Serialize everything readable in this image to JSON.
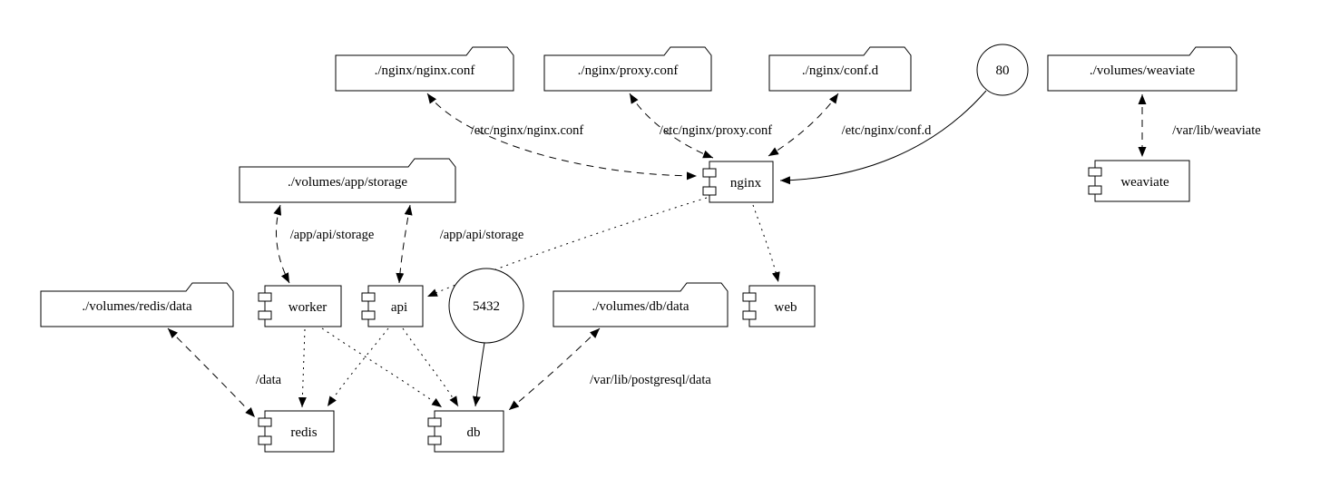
{
  "diagram": {
    "type": "docker-compose-graph",
    "colors": {
      "stroke": "#000000",
      "fill": "#ffffff",
      "text": "#000000"
    },
    "nodes": {
      "nginx_conf_file": {
        "label": "./nginx/nginx.conf",
        "shape": "folder"
      },
      "proxy_conf_file": {
        "label": "./nginx/proxy.conf",
        "shape": "folder"
      },
      "conf_d_dir": {
        "label": "./nginx/conf.d",
        "shape": "folder"
      },
      "port_80": {
        "label": "80",
        "shape": "circle"
      },
      "weaviate_volume": {
        "label": "./volumes/weaviate",
        "shape": "folder"
      },
      "app_storage_volume": {
        "label": "./volumes/app/storage",
        "shape": "folder"
      },
      "nginx": {
        "label": "nginx",
        "shape": "component"
      },
      "weaviate": {
        "label": "weaviate",
        "shape": "component"
      },
      "redis_data_volume": {
        "label": "./volumes/redis/data",
        "shape": "folder"
      },
      "worker": {
        "label": "worker",
        "shape": "component"
      },
      "api": {
        "label": "api",
        "shape": "component"
      },
      "port_5432": {
        "label": "5432",
        "shape": "circle"
      },
      "db_data_volume": {
        "label": "./volumes/db/data",
        "shape": "folder"
      },
      "web": {
        "label": "web",
        "shape": "component"
      },
      "redis": {
        "label": "redis",
        "shape": "component"
      },
      "db": {
        "label": "db",
        "shape": "component"
      }
    },
    "edges": [
      {
        "from": "nginx",
        "to": "nginx_conf_file",
        "label": "/etc/nginx/nginx.conf",
        "style": "dashed",
        "direction": "both"
      },
      {
        "from": "nginx",
        "to": "proxy_conf_file",
        "label": "/etc/nginx/proxy.conf",
        "style": "dashed",
        "direction": "both"
      },
      {
        "from": "nginx",
        "to": "conf_d_dir",
        "label": "/etc/nginx/conf.d",
        "style": "dashed",
        "direction": "both"
      },
      {
        "from": "port_80",
        "to": "nginx",
        "label": "",
        "style": "solid",
        "direction": "forward"
      },
      {
        "from": "weaviate",
        "to": "weaviate_volume",
        "label": "/var/lib/weaviate",
        "style": "dashed",
        "direction": "both"
      },
      {
        "from": "worker",
        "to": "app_storage_volume",
        "label": "/app/api/storage",
        "style": "dashed",
        "direction": "both"
      },
      {
        "from": "api",
        "to": "app_storage_volume",
        "label": "/app/api/storage",
        "style": "dashed",
        "direction": "both"
      },
      {
        "from": "nginx",
        "to": "api",
        "label": "",
        "style": "dotted",
        "direction": "forward"
      },
      {
        "from": "nginx",
        "to": "web",
        "label": "",
        "style": "dotted",
        "direction": "forward"
      },
      {
        "from": "worker",
        "to": "redis",
        "label": "",
        "style": "dotted",
        "direction": "forward"
      },
      {
        "from": "worker",
        "to": "db",
        "label": "",
        "style": "dotted",
        "direction": "forward"
      },
      {
        "from": "api",
        "to": "redis",
        "label": "",
        "style": "dotted",
        "direction": "forward"
      },
      {
        "from": "api",
        "to": "db",
        "label": "",
        "style": "dotted",
        "direction": "forward"
      },
      {
        "from": "redis",
        "to": "redis_data_volume",
        "label": "/data",
        "style": "dashed",
        "direction": "both"
      },
      {
        "from": "db",
        "to": "db_data_volume",
        "label": "/var/lib/postgresql/data",
        "style": "dashed",
        "direction": "both"
      },
      {
        "from": "port_5432",
        "to": "db",
        "label": "",
        "style": "solid",
        "direction": "forward"
      }
    ]
  }
}
